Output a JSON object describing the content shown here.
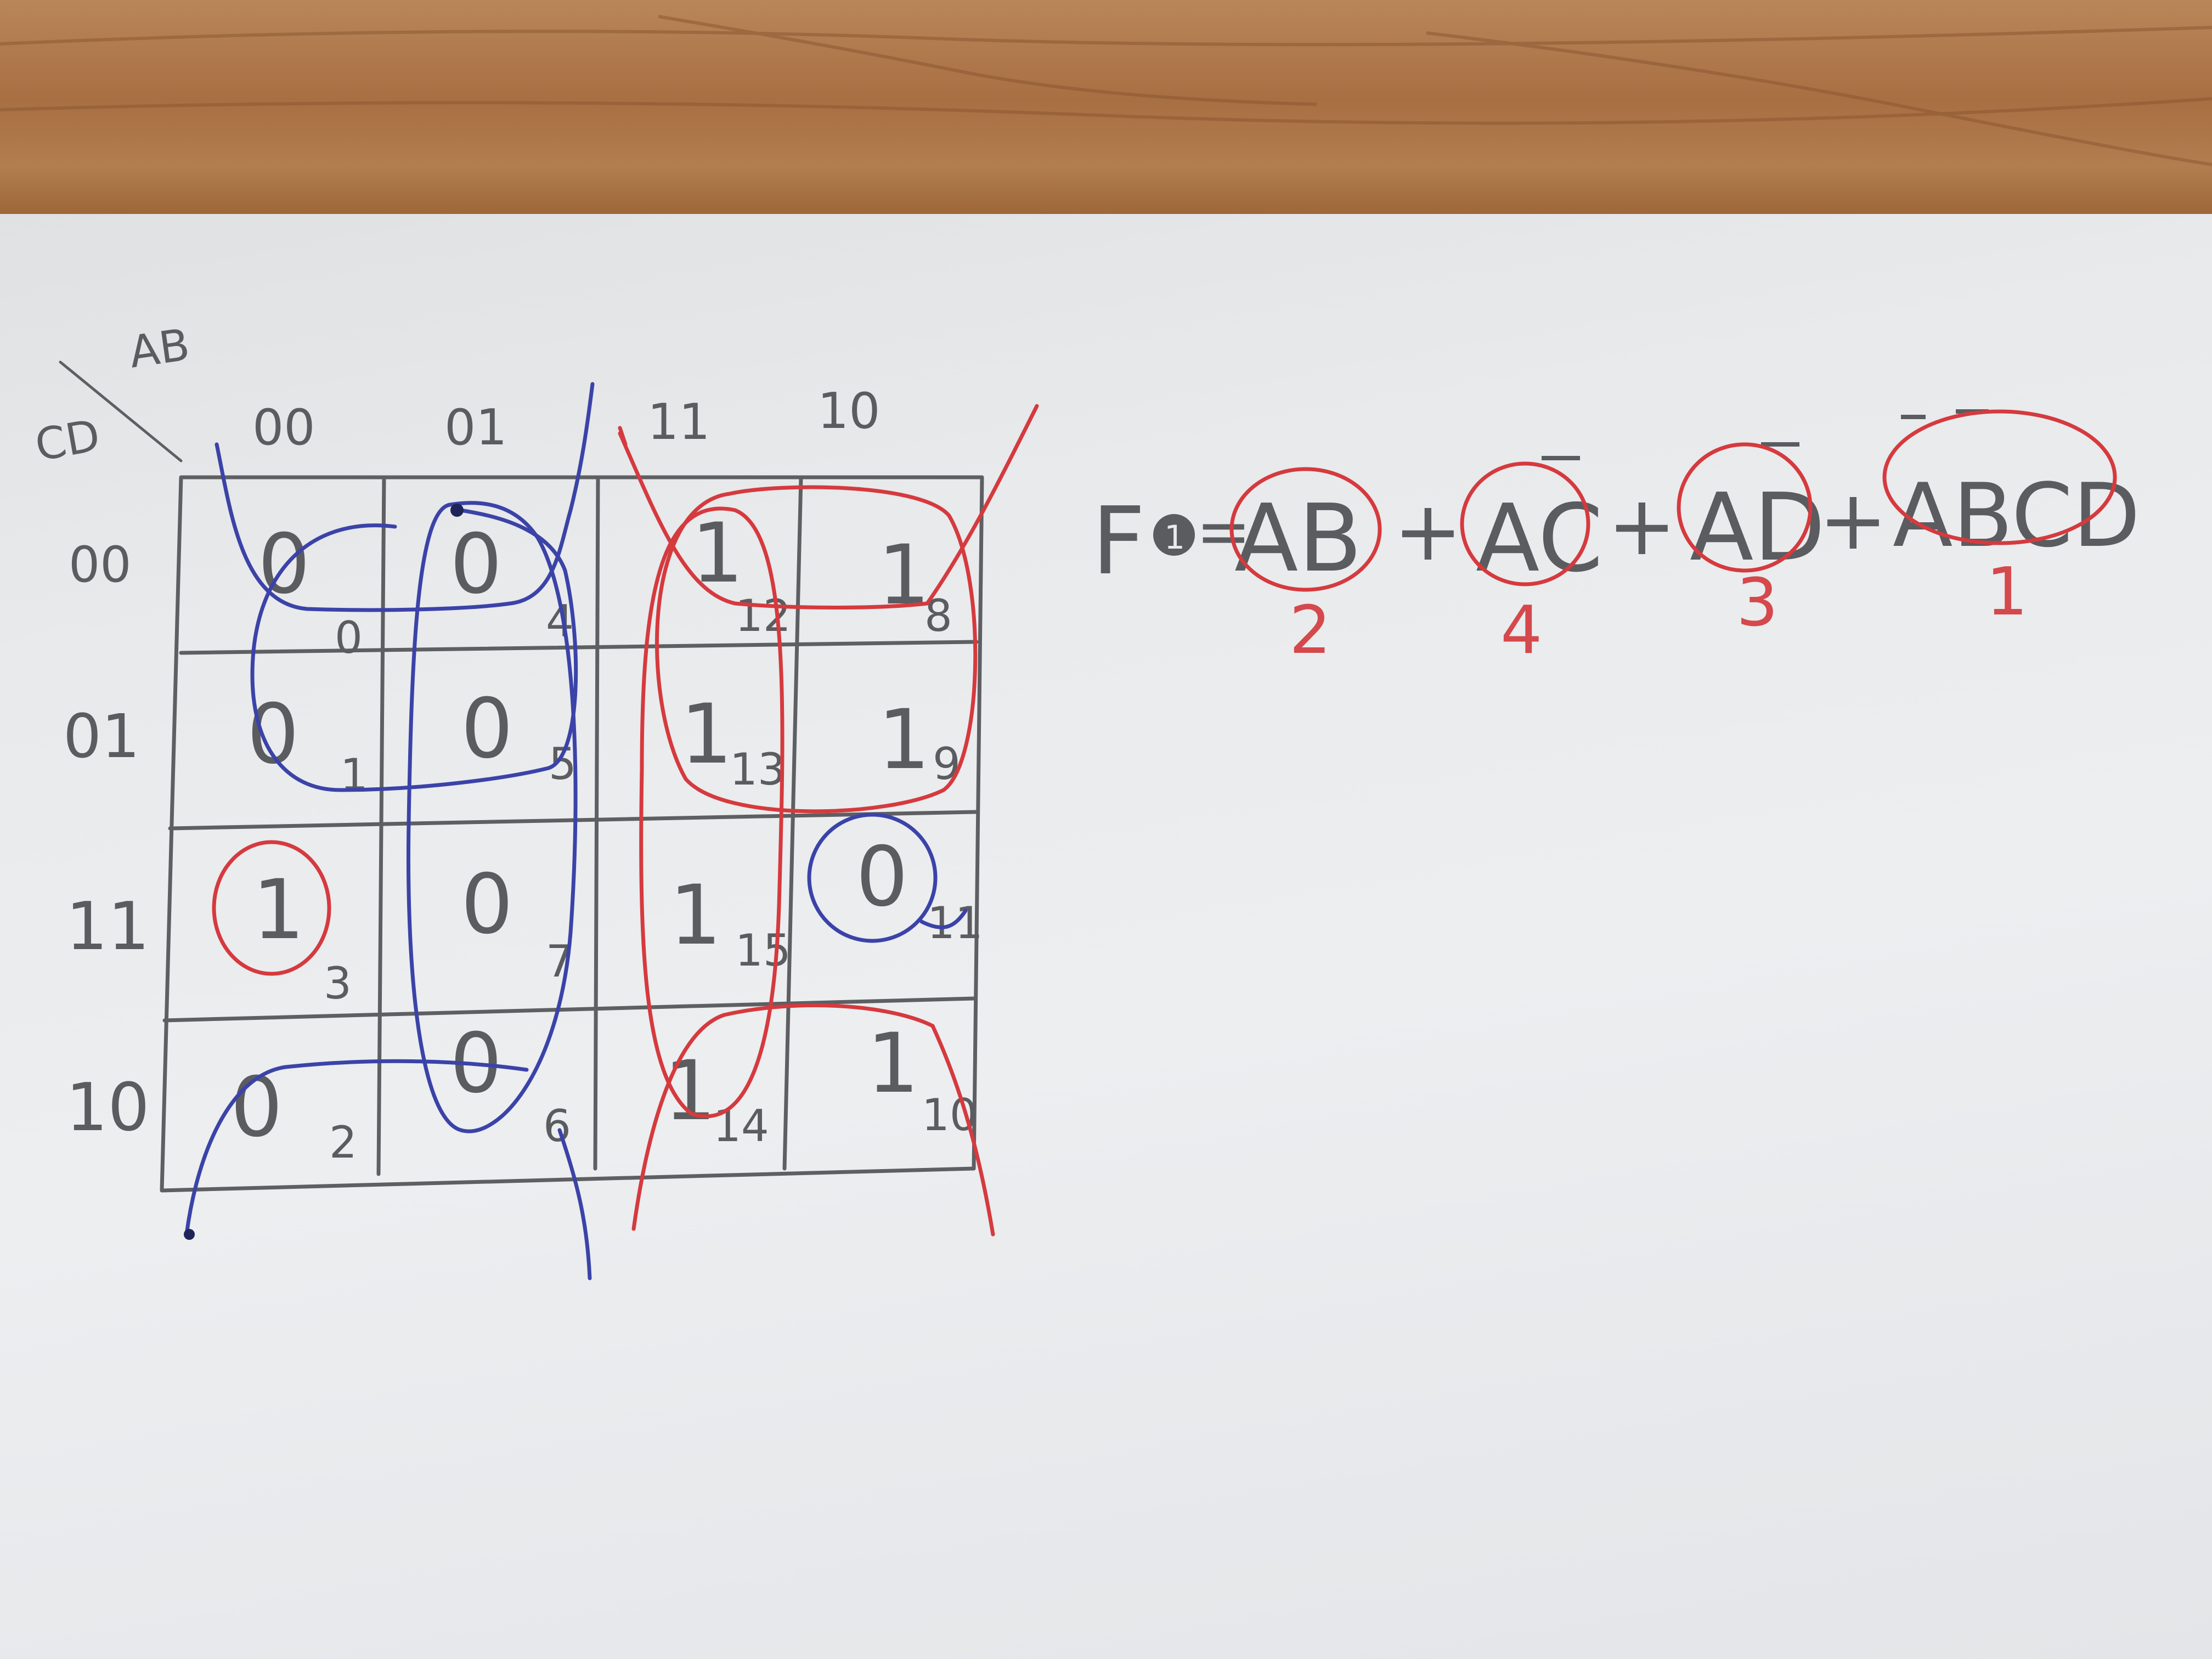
{
  "kmap": {
    "row_var": "CD",
    "col_var": "AB",
    "col_headers": [
      "00",
      "01",
      "11",
      "10"
    ],
    "row_headers": [
      "00",
      "01",
      "11",
      "10"
    ],
    "cells": [
      [
        {
          "value": "0",
          "index": "0"
        },
        {
          "value": "0",
          "index": "4"
        },
        {
          "value": "1",
          "index": "12"
        },
        {
          "value": "1",
          "index": "8"
        }
      ],
      [
        {
          "value": "0",
          "index": "1"
        },
        {
          "value": "0",
          "index": "5"
        },
        {
          "value": "1",
          "index": "13"
        },
        {
          "value": "1",
          "index": "9"
        }
      ],
      [
        {
          "value": "1",
          "index": "3"
        },
        {
          "value": "0",
          "index": "7"
        },
        {
          "value": "1",
          "index": "15"
        },
        {
          "value": "0",
          "index": "11"
        }
      ],
      [
        {
          "value": "0",
          "index": "2"
        },
        {
          "value": "0",
          "index": "6"
        },
        {
          "value": "1",
          "index": "14"
        },
        {
          "value": "1",
          "index": "10"
        }
      ]
    ]
  },
  "equation": {
    "lhs": "F",
    "lhs_sub": "1",
    "equals": "=",
    "plus": "+",
    "terms": [
      {
        "text": "AB",
        "overbars": [],
        "count": "2"
      },
      {
        "text": "AC",
        "overbars": [
          "C"
        ],
        "count": "4"
      },
      {
        "text": "AD",
        "overbars": [
          "D"
        ],
        "count": "3"
      },
      {
        "text": "ABCD",
        "overbars": [
          "A",
          "B"
        ],
        "count": "1"
      }
    ]
  },
  "colors": {
    "pencil": "#5d5f62",
    "red_ink": "#d53a3e",
    "blue_ink": "#3b43a8",
    "paper": "#e8eaec",
    "desk": "#a86f42"
  }
}
